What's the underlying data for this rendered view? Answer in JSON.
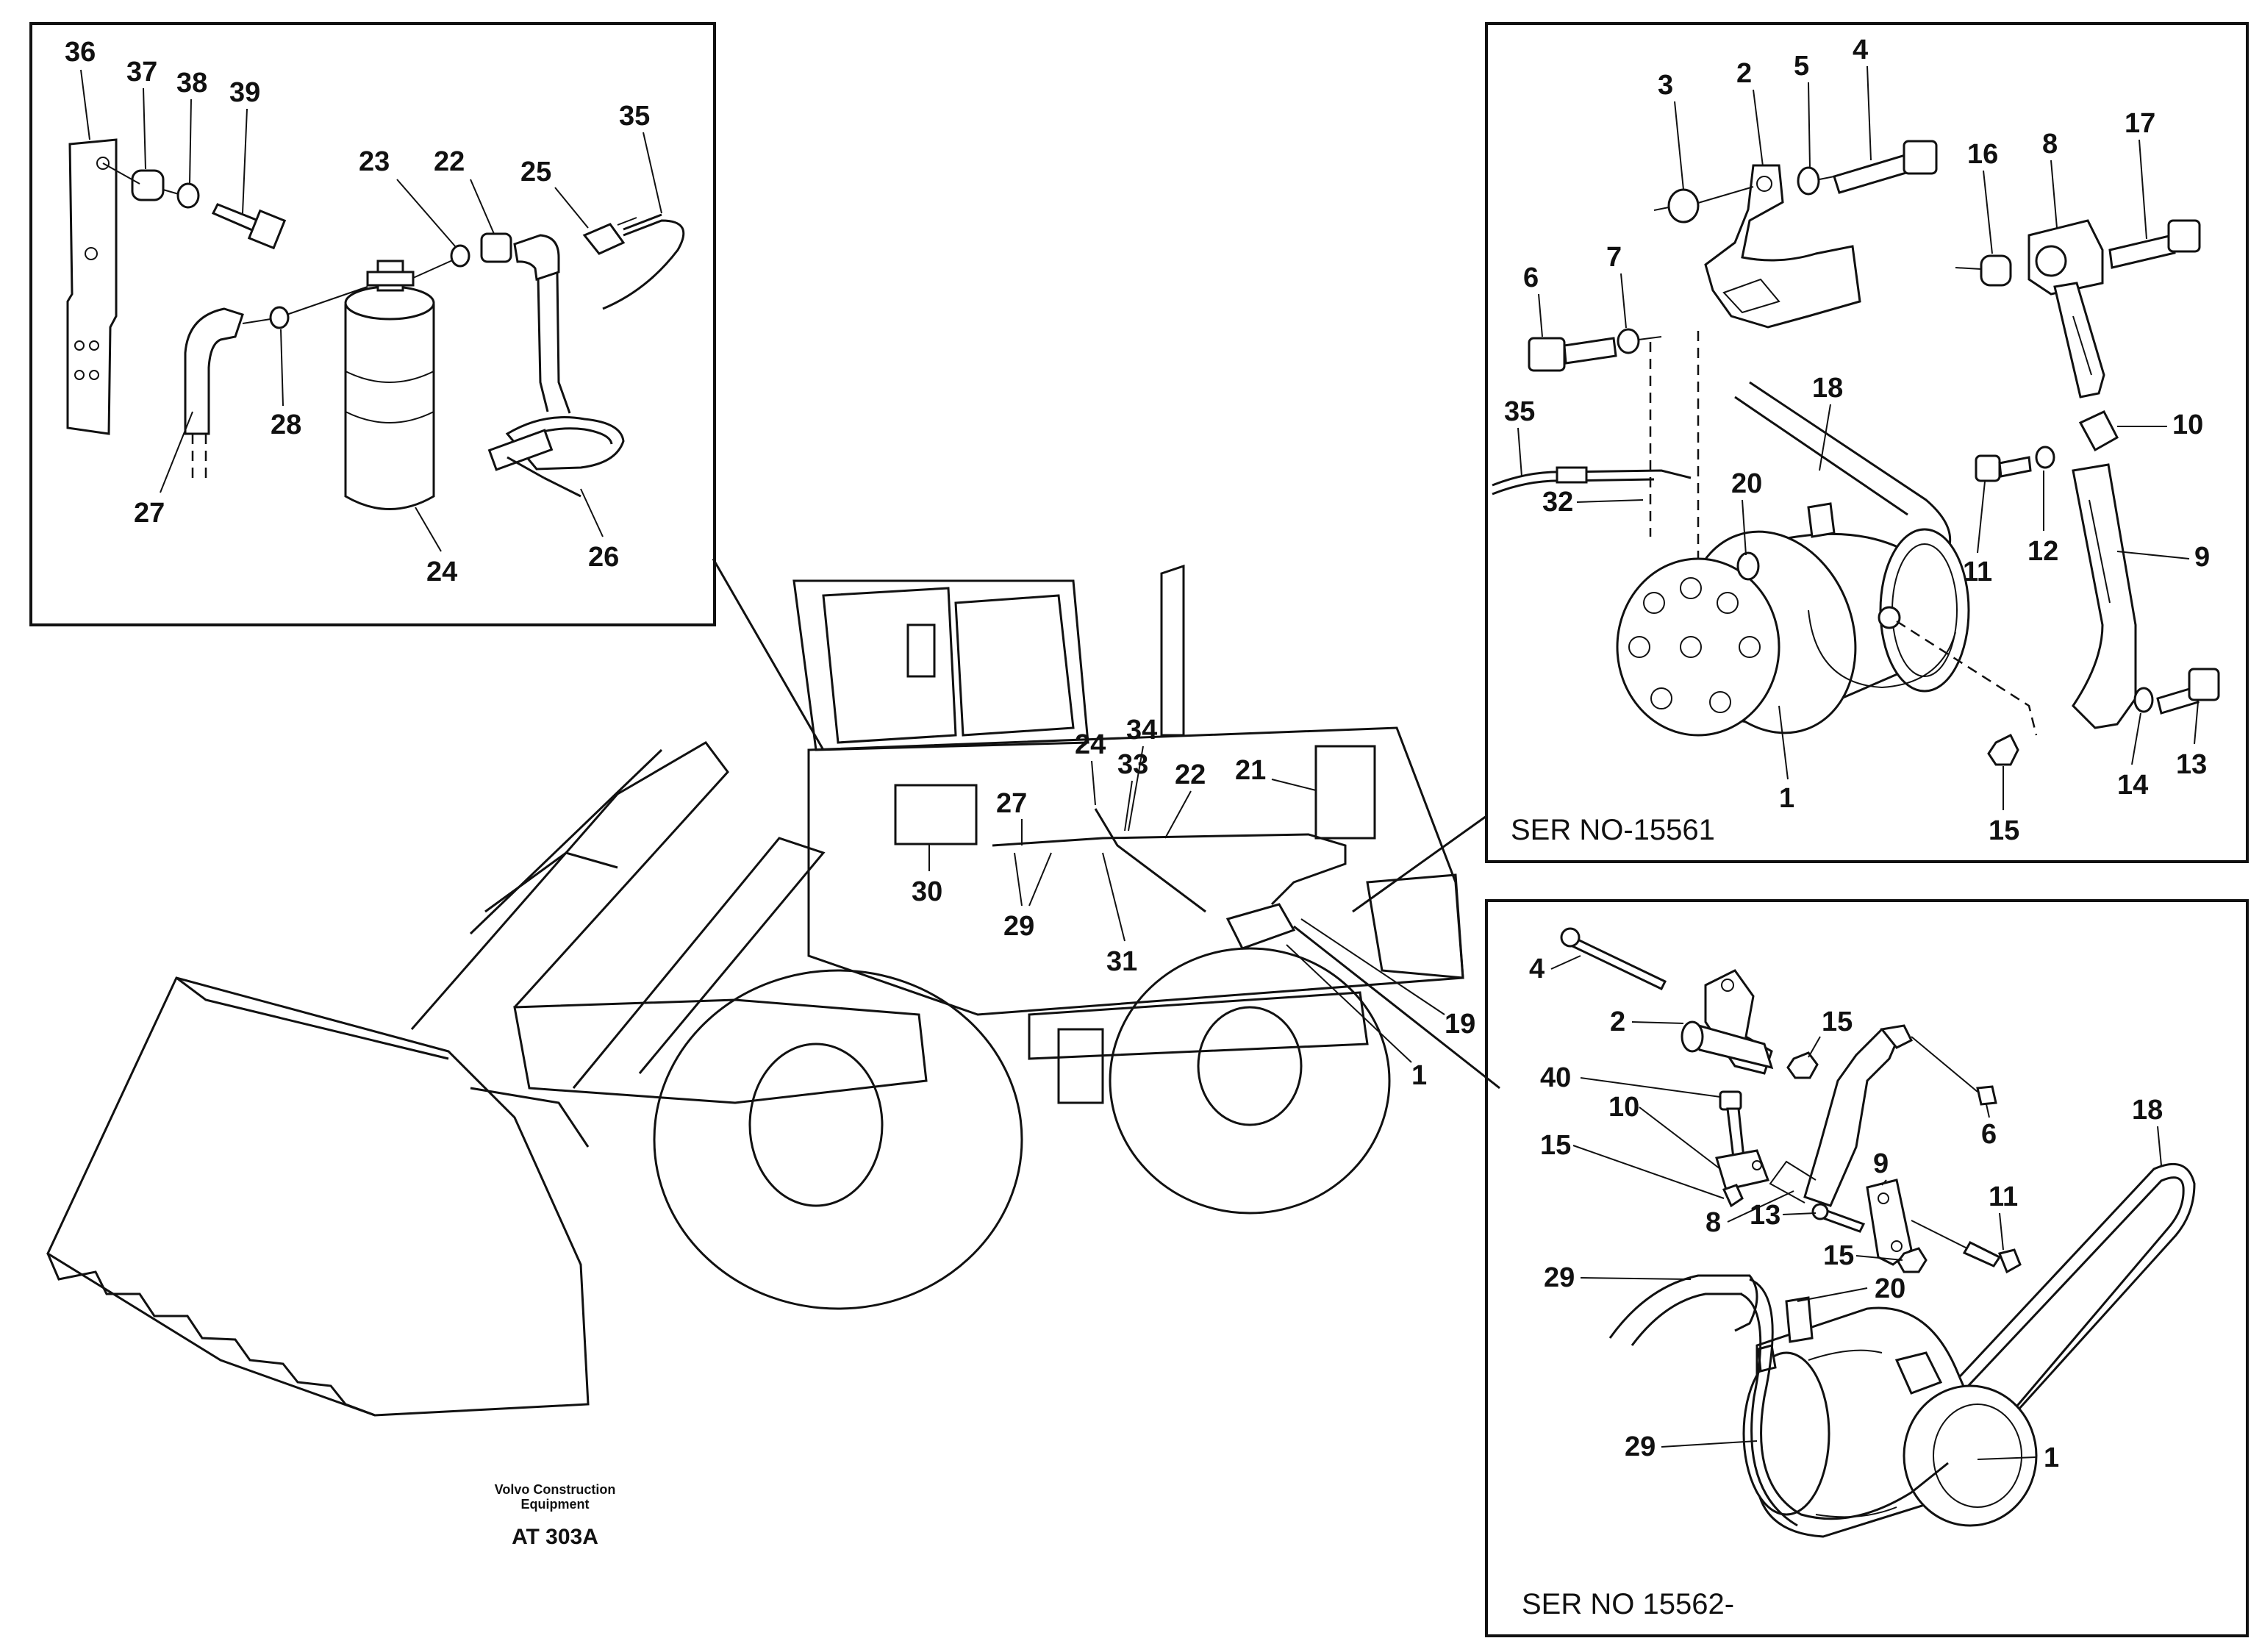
{
  "footer": {
    "brand_line1": "Volvo Construction",
    "brand_line2": "Equipment",
    "drawing_code": "AT 303A"
  },
  "panels": {
    "top_right_serial": "SER NO-15561",
    "bottom_right_serial": "SER NO 15562-"
  },
  "callouts": {
    "top_left": [
      "36",
      "37",
      "38",
      "39",
      "35",
      "23",
      "22",
      "25",
      "28",
      "27",
      "24",
      "26"
    ],
    "main_view": [
      "34",
      "24",
      "33",
      "21",
      "22",
      "27",
      "30",
      "29",
      "31",
      "19",
      "1"
    ],
    "top_right": [
      "3",
      "2",
      "5",
      "4",
      "16",
      "8",
      "17",
      "6",
      "7",
      "18",
      "35",
      "20",
      "32",
      "10",
      "11",
      "12",
      "9",
      "1",
      "14",
      "13",
      "15"
    ],
    "bottom_right": [
      "4",
      "2",
      "15",
      "40",
      "10",
      "15",
      "6",
      "8",
      "9",
      "13",
      "11",
      "18",
      "15",
      "29",
      "20",
      "29",
      "1"
    ]
  }
}
